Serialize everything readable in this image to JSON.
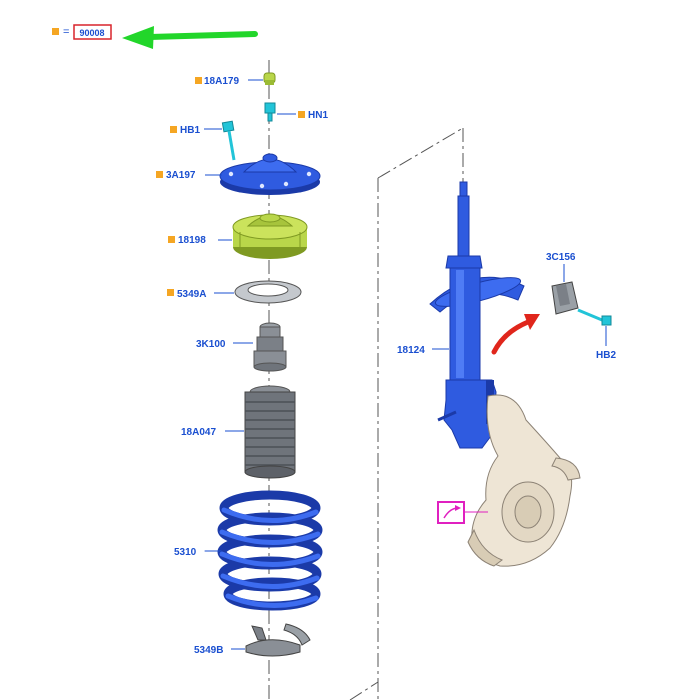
{
  "legend": {
    "equals": "=",
    "code": "90008"
  },
  "labels": {
    "p18A179": "18A179",
    "hn1": "HN1",
    "hb1": "HB1",
    "p3A197": "3A197",
    "p18198": "18198",
    "p5349A": "5349A",
    "p3K100": "3K100",
    "p18A047": "18A047",
    "p5310": "5310",
    "p5349B": "5349B",
    "p18124": "18124",
    "p3C156": "3C156",
    "hb2": "HB2"
  },
  "colors": {
    "part_blue": "#2f5be0",
    "part_blue_dark": "#1b3aa8",
    "label_blue": "#1a4fd0",
    "marker_orange": "#f5a623",
    "mount_green": "#b9d64a",
    "mount_green_dark": "#7f9a22",
    "arrow_green": "#22d62a",
    "arrow_red": "#e0261c",
    "code_box_red": "#d9242b",
    "magenta": "#e020c0",
    "bumper_gray": "#8a8f96",
    "boot_gray": "#6f747b",
    "knuckle_beige": "#eee5d5",
    "fastener_cyan": "#22c4d8"
  },
  "icons": [
    "legend-marker-icon",
    "green-arrow-icon",
    "red-arrow-icon",
    "magenta-symbol-icon"
  ]
}
